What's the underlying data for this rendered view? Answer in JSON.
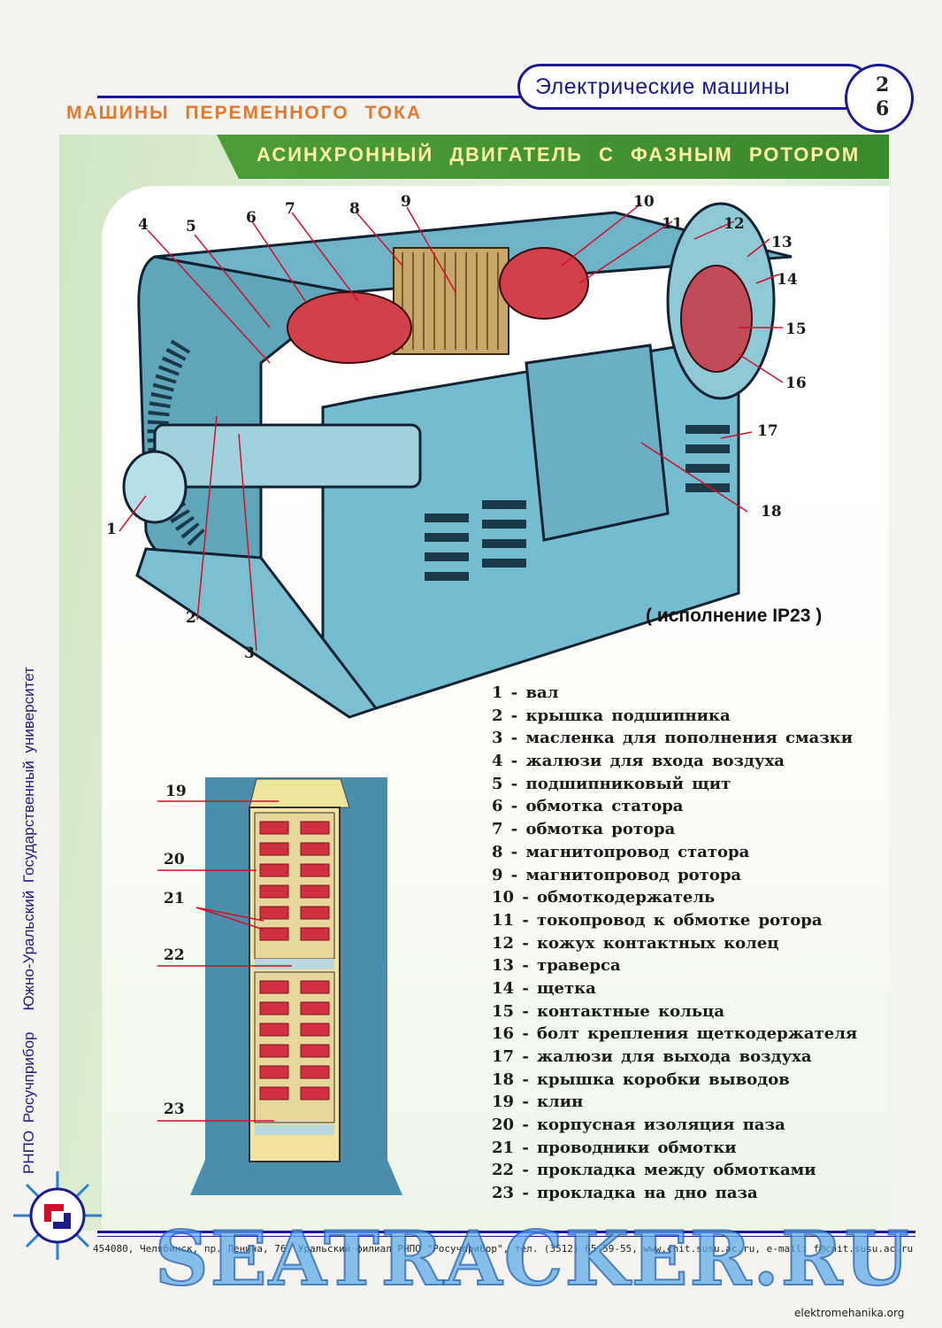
{
  "header": {
    "series": "Электрические машины",
    "page_number_top": "2",
    "page_number_bottom": "6",
    "section": "МАШИНЫ ПЕРЕМЕННОГО ТОКА",
    "title": "АСИНХРОННЫЙ ДВИГАТЕЛЬ С ФАЗНЫМ РОТОРОМ"
  },
  "side_text": {
    "publisher": "РНПО Росучприбор",
    "university": "Южно-Уральский Государственный университет"
  },
  "motor_figure": {
    "variant": "( исполнение IP23 )",
    "callouts": [
      "1",
      "2",
      "3",
      "4",
      "5",
      "6",
      "7",
      "8",
      "9",
      "10",
      "11",
      "12",
      "13",
      "14",
      "15",
      "16",
      "17",
      "18"
    ]
  },
  "slot_figure": {
    "callouts": [
      "19",
      "20",
      "21",
      "22",
      "23"
    ]
  },
  "legend": [
    "1 - вал",
    "2 - крышка подшипника",
    "3 - масленка для пополнения смазки",
    "4 - жалюзи для входа воздуха",
    "5 - подшипниковый щит",
    "6 - обмотка статора",
    "7 - обмотка ротора",
    "8 - магнитопровод статора",
    "9 - магнитопровод ротора",
    "10 - обмоткодержатель",
    "11 - токопровод к обмотке ротора",
    "12 - кожух контактных колец",
    "13 - траверса",
    "14 - щетка",
    "15 - контактные кольца",
    "16 - болт крепления щеткодержателя",
    "17 - жалюзи для выхода воздуха",
    "18 - крышка коробки выводов",
    "19 - клин",
    "20 - корпусная изоляция паза",
    "21 - проводники обмотки",
    "22 - прокладка между обмотками",
    "23 - прокладка на дно паза"
  ],
  "footer": {
    "address": "454080, Челябинск, пр. Ленина, 76, Уральский филиал РНПО \"Росучприбор\", тел. (3512) 65-59-55, www.cnit.susu.ac.ru, e-mail: f@cnit.susu.ac.ru",
    "watermark": "SEATRACKER.RU",
    "site": "elektromehanika.org"
  }
}
